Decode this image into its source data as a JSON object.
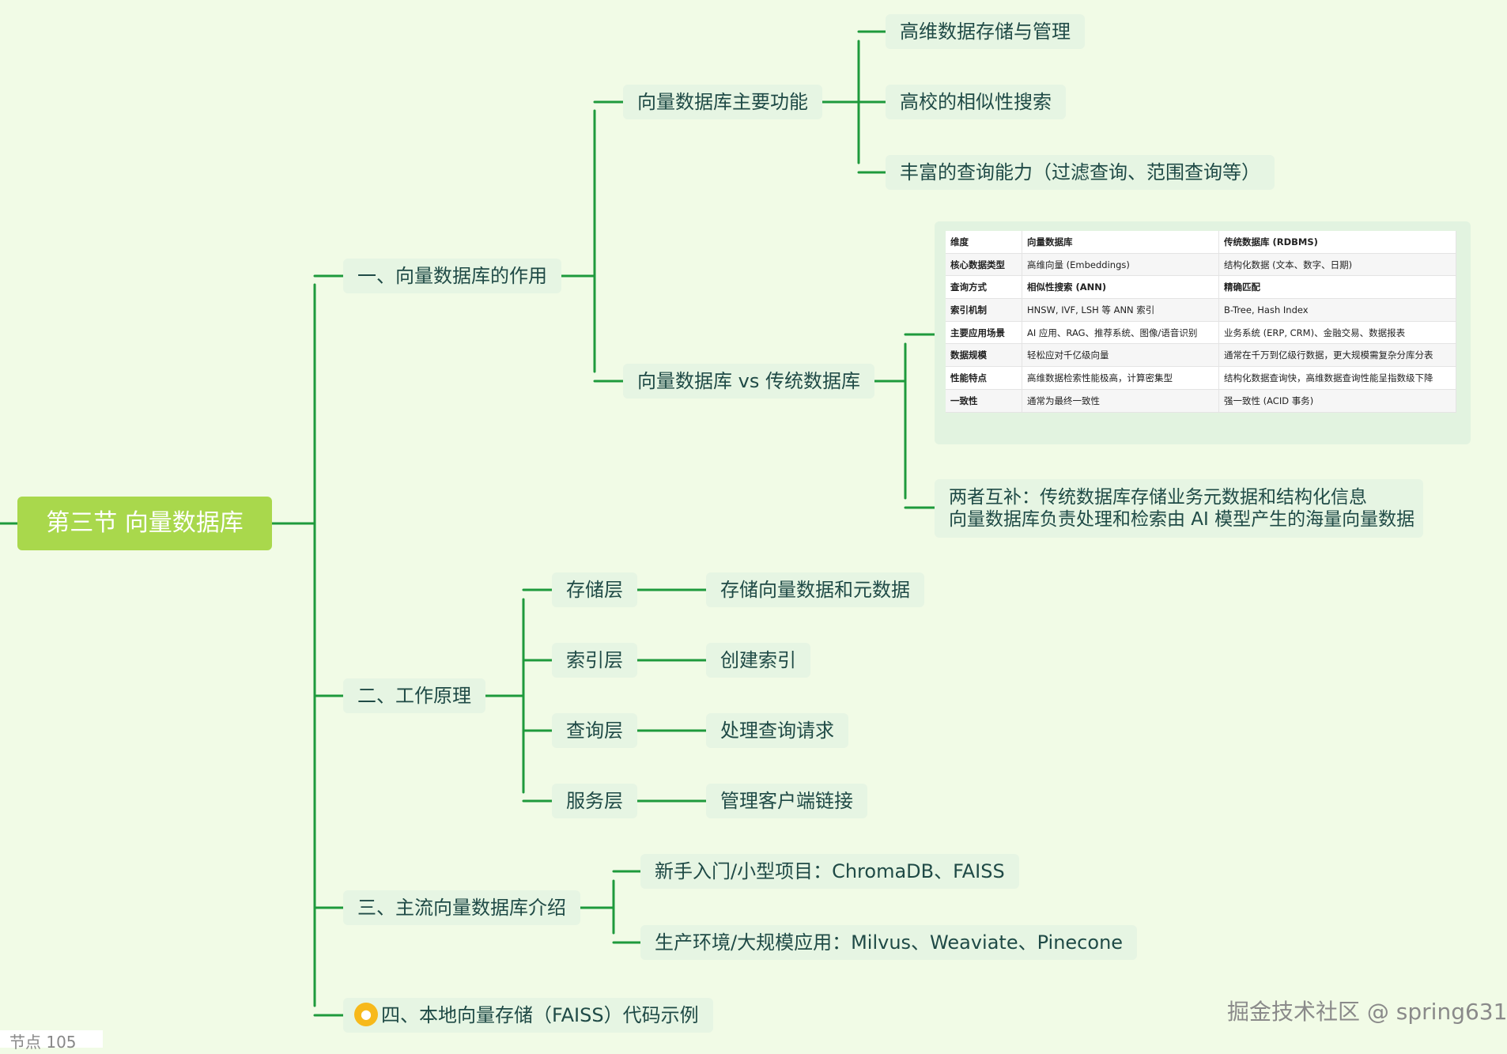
{
  "root": {
    "label": "第三节 向量数据库"
  },
  "sections": {
    "s1": {
      "label": "一、向量数据库的作用",
      "functions": {
        "label": "向量数据库主要功能",
        "items": [
          "高维数据存储与管理",
          "高校的相似性搜索",
          "丰富的查询能力（过滤查询、范围查询等）"
        ]
      },
      "compare": {
        "label": "向量数据库 vs 传统数据库",
        "table": {
          "header": [
            "维度",
            "向量数据库",
            "传统数据库 (RDBMS)"
          ],
          "rows": [
            [
              "核心数据类型",
              "高维向量 (Embeddings)",
              "结构化数据 (文本、数字、日期)"
            ],
            [
              "查询方式",
              "相似性搜索 (ANN)",
              "精确匹配"
            ],
            [
              "索引机制",
              "HNSW, IVF, LSH 等 ANN 索引",
              "B-Tree, Hash Index"
            ],
            [
              "主要应用场景",
              "AI 应用、RAG、推荐系统、图像/语音识别",
              "业务系统 (ERP, CRM)、金融交易、数据报表"
            ],
            [
              "数据规模",
              "轻松应对千亿级向量",
              "通常在千万到亿级行数据，更大规模需复杂分库分表"
            ],
            [
              "性能特点",
              "高维数据检索性能极高，计算密集型",
              "结构化数据查询快，高维数据查询性能呈指数级下降"
            ],
            [
              "一致性",
              "通常为最终一致性",
              "强一致性 (ACID 事务)"
            ]
          ]
        },
        "note": [
          "两者互补：传统数据库存储业务元数据和结构化信息",
          "向量数据库负责处理和检索由 AI 模型产生的海量向量数据"
        ]
      }
    },
    "s2": {
      "label": "二、工作原理",
      "layers": [
        {
          "name": "存储层",
          "desc": "存储向量数据和元数据"
        },
        {
          "name": "索引层",
          "desc": "创建索引"
        },
        {
          "name": "查询层",
          "desc": "处理查询请求"
        },
        {
          "name": "服务层",
          "desc": "管理客户端链接"
        }
      ]
    },
    "s3": {
      "label": "三、主流向量数据库介绍",
      "items": [
        "新手入门/小型项目：ChromaDB、FAISS",
        "生产环境/大规模应用：Milvus、Weaviate、Pinecone"
      ]
    },
    "s4": {
      "label": "四、本地向量存储（FAISS）代码示例",
      "icon": "lightbulb-icon"
    }
  },
  "watermark": "掘金技术社区 @ spring631",
  "footer": "节点 105",
  "colors": {
    "line": "#1e9a3c",
    "root_bg": "#a9d84c",
    "node_bg": "#e6f5e3",
    "text": "#1f4a46",
    "bg": "#f1fbe6",
    "bulb": "#f7b91b"
  }
}
